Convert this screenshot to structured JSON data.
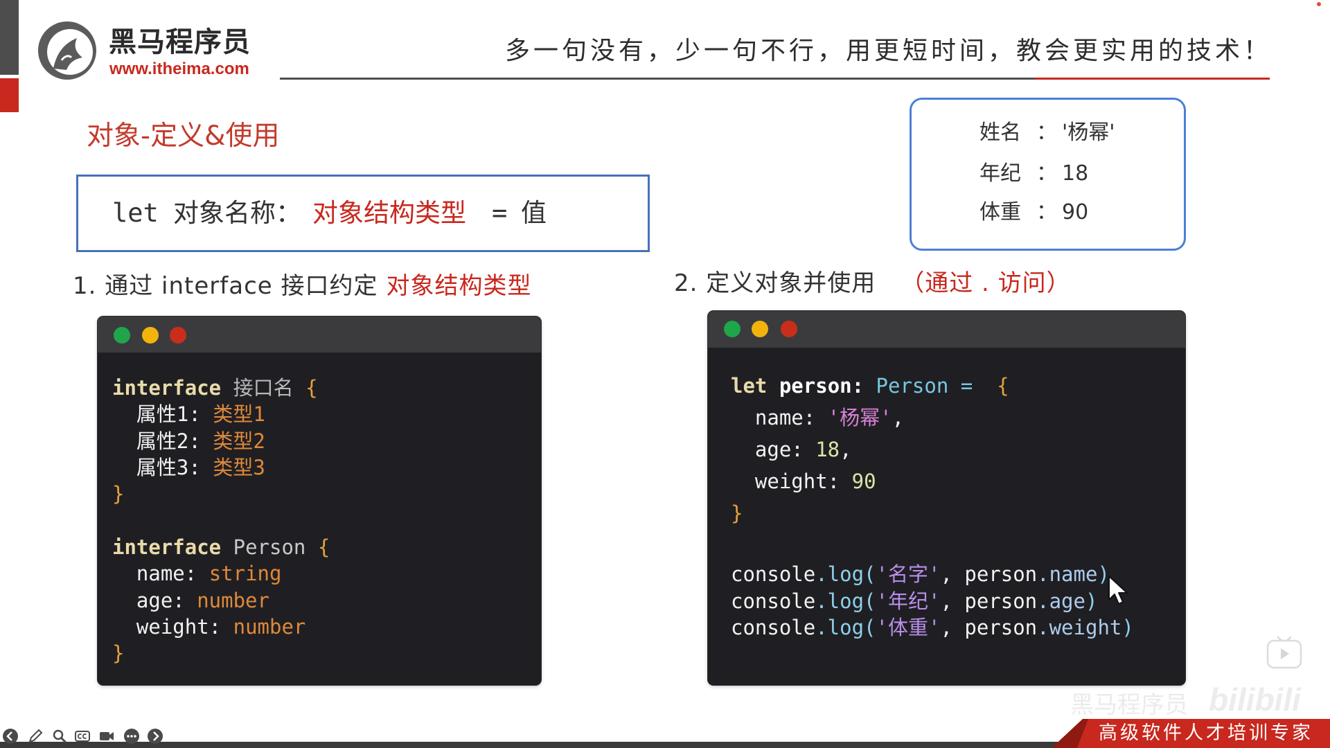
{
  "logo": {
    "brand": "黑马程序员",
    "url": "www.itheima.com"
  },
  "slogan": "多一句没有，少一句不行，用更短时间，教会更实用的技术！",
  "title": "对象-定义&使用",
  "syntax": {
    "keyword": "let",
    "name": "对象名称：",
    "type": "对象结构类型",
    "equals": "=",
    "value": "值"
  },
  "info_card": {
    "rows": [
      {
        "label": "姓名",
        "sep": "：",
        "value": "'杨幂'"
      },
      {
        "label": "年纪",
        "sep": "：",
        "value": "18"
      },
      {
        "label": "体重",
        "sep": "：",
        "value": "90"
      }
    ]
  },
  "step1": {
    "prefix": "1. 通过 interface 接口约定",
    "highlight": "对象结构类型"
  },
  "step2": {
    "prefix": "2.  定义对象并使用",
    "highlight": "（通过 . 访问）"
  },
  "code_left": {
    "blocks": [
      {
        "lines": [
          [
            {
              "t": "interface",
              "k": "kw"
            },
            {
              "t": " ",
              "k": "prop"
            },
            {
              "t": "接口名",
              "k": "ident"
            },
            {
              "t": " ",
              "k": "prop"
            },
            {
              "t": "{",
              "k": "brace"
            }
          ],
          [
            {
              "t": "  属性1: ",
              "k": "prop"
            },
            {
              "t": "类型1",
              "k": "type"
            }
          ],
          [
            {
              "t": "  属性2: ",
              "k": "prop"
            },
            {
              "t": "类型2",
              "k": "type"
            }
          ],
          [
            {
              "t": "  属性3: ",
              "k": "prop"
            },
            {
              "t": "类型3",
              "k": "type"
            }
          ],
          [
            {
              "t": "}",
              "k": "brace"
            }
          ]
        ]
      },
      {
        "lines": [
          [
            {
              "t": "interface",
              "k": "kw"
            },
            {
              "t": " ",
              "k": "prop"
            },
            {
              "t": "Person",
              "k": "gray"
            },
            {
              "t": " ",
              "k": "prop"
            },
            {
              "t": "{",
              "k": "brace"
            }
          ],
          [
            {
              "t": "  name: ",
              "k": "prop"
            },
            {
              "t": "string",
              "k": "type"
            }
          ],
          [
            {
              "t": "  age: ",
              "k": "prop"
            },
            {
              "t": "number",
              "k": "type"
            }
          ],
          [
            {
              "t": "  weight: ",
              "k": "prop"
            },
            {
              "t": "number",
              "k": "type"
            }
          ],
          [
            {
              "t": "}",
              "k": "brace"
            }
          ]
        ]
      }
    ]
  },
  "code_right": {
    "blocks": [
      {
        "lines": [
          [
            {
              "t": "let",
              "k": "kw"
            },
            {
              "t": " person: ",
              "k": "var"
            },
            {
              "t": "Person",
              "k": "cls"
            },
            {
              "t": " =",
              "k": "op"
            },
            {
              "t": "  {",
              "k": "brace"
            }
          ],
          [
            {
              "t": "  name: ",
              "k": "prop"
            },
            {
              "t": "'杨幂'",
              "k": "str"
            },
            {
              "t": ",",
              "k": "prop"
            }
          ],
          [
            {
              "t": "  age: ",
              "k": "prop"
            },
            {
              "t": "18",
              "k": "num"
            },
            {
              "t": ",",
              "k": "prop"
            }
          ],
          [
            {
              "t": "  weight: ",
              "k": "prop"
            },
            {
              "t": "90",
              "k": "num"
            }
          ],
          [
            {
              "t": "}",
              "k": "brace"
            }
          ]
        ]
      },
      {
        "lines": [
          [
            {
              "t": "console",
              "k": "prop"
            },
            {
              "t": ".log(",
              "k": "fn"
            },
            {
              "t": "'名字'",
              "k": "str2"
            },
            {
              "t": ", person",
              "k": "prop"
            },
            {
              "t": ".name",
              "k": "member"
            },
            {
              "t": ")",
              "k": "fn"
            }
          ],
          [
            {
              "t": "console",
              "k": "prop"
            },
            {
              "t": ".log(",
              "k": "fn"
            },
            {
              "t": "'年纪'",
              "k": "str2"
            },
            {
              "t": ", person",
              "k": "prop"
            },
            {
              "t": ".age",
              "k": "member"
            },
            {
              "t": ")",
              "k": "fn"
            }
          ],
          [
            {
              "t": "console",
              "k": "prop"
            },
            {
              "t": ".log(",
              "k": "fn"
            },
            {
              "t": "'体重'",
              "k": "str2"
            },
            {
              "t": ", person",
              "k": "prop"
            },
            {
              "t": ".weight",
              "k": "member"
            },
            {
              "t": ")",
              "k": "fn"
            }
          ]
        ]
      }
    ]
  },
  "toolbar": {
    "icons": [
      "previous-icon",
      "pen-icon",
      "zoom-icon",
      "captions-icon",
      "camera-icon",
      "more-icon",
      "next-icon"
    ]
  },
  "footer": {
    "tagline": "高级软件人才培训专家"
  },
  "watermark": {
    "text": "黑马程序员",
    "brand": "bilibili"
  },
  "colors": {
    "accent_red": "#c8281e",
    "title_red": "#c33a2c",
    "frame_blue": "#4671b8",
    "card_blue": "#4b7fd6",
    "code_bg": "#1f1f23",
    "code_titlebar": "#3b3b3e",
    "dot_green": "#1fa64a",
    "dot_yellow": "#f2b40c",
    "dot_red": "#c92e1b"
  }
}
